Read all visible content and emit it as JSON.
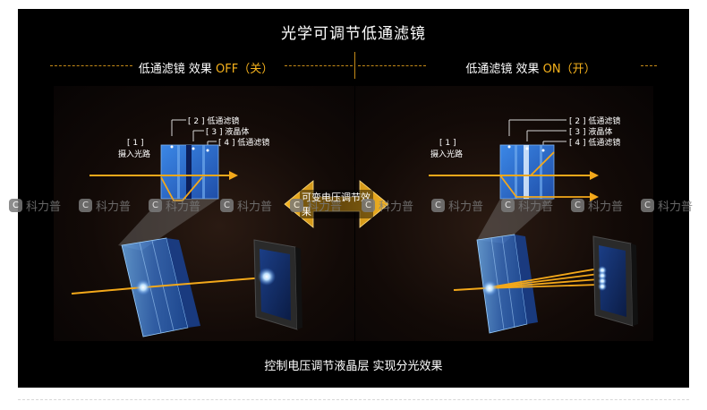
{
  "title": "光学可调节低通滤镜",
  "off_header": {
    "label": "低通滤镜 效果 ",
    "state": "OFF（关）"
  },
  "on_header": {
    "label": "低通滤镜 效果 ",
    "state": "ON（开）"
  },
  "labels": {
    "lpf1": "[ 2 ] 低通滤镜",
    "lc": "[ 3 ] 液晶体",
    "lpf2": "[ 4 ] 低通滤镜",
    "input_num": "[ 1 ]",
    "input_text": "摄入光路"
  },
  "center_arrow_label": "可变电压调节效果",
  "bottom_caption": "控制电压调节液晶层  实现分光效果",
  "watermark": {
    "text": "科力普",
    "icon": "C"
  },
  "colors": {
    "accent": "#f6b21c",
    "beam": "#f3a81a",
    "filter_blue": "#2b6fd0",
    "background": "#000000"
  }
}
